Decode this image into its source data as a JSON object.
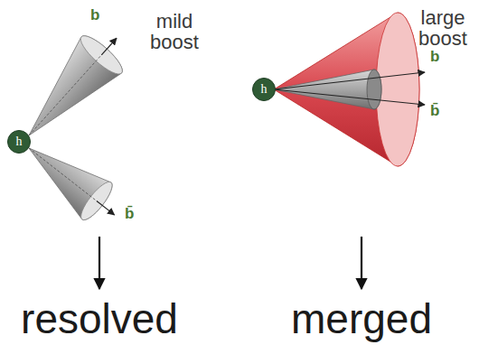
{
  "diagram": {
    "nodes": [
      {
        "text": [
          "h"
        ]
      },
      {
        "text": [
          "h"
        ]
      }
    ],
    "labels": [
      "mild boost",
      "b",
      "b̄",
      "large boost",
      "b",
      "b̄",
      "resolved",
      "merged"
    ]
  }
}
